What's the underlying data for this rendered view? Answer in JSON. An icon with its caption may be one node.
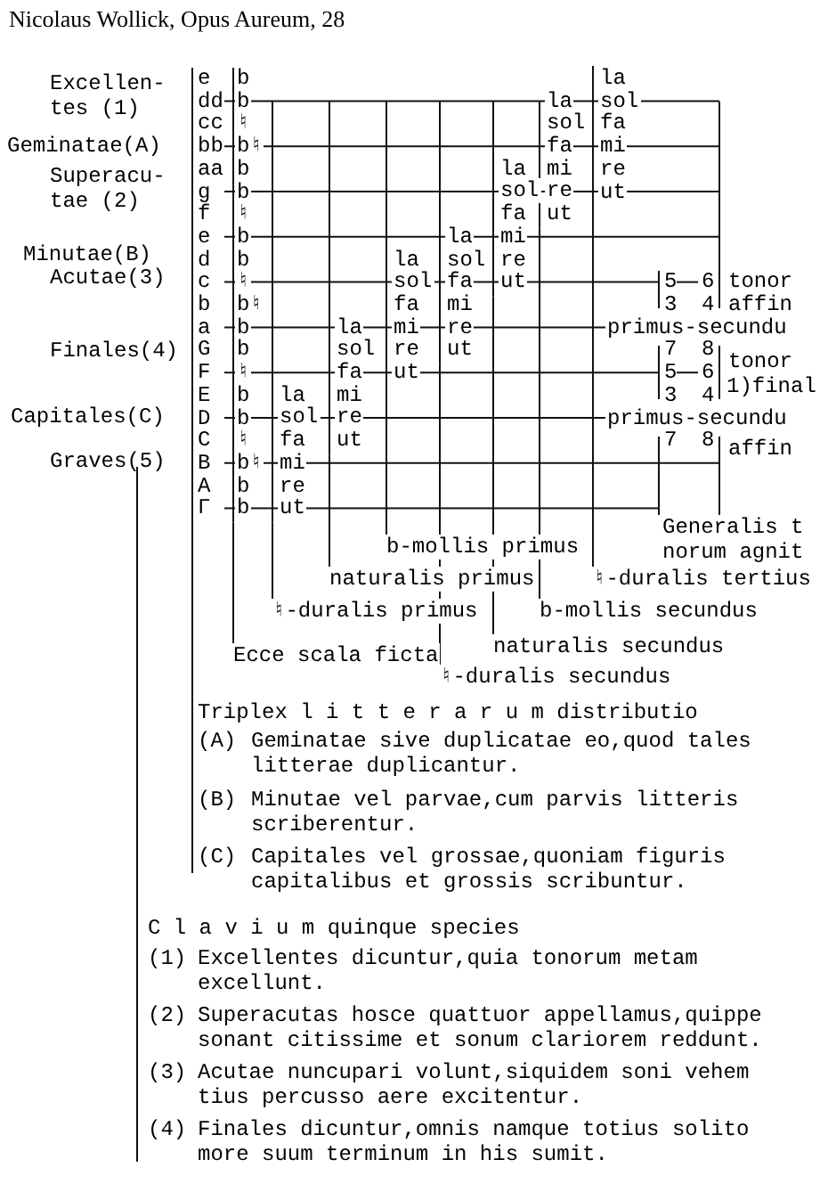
{
  "diagram": {
    "title": "Nicolaus Wollick, Opus Aureum, 28",
    "nodes": [
      {
        "text": [
          "b",
          "b",
          "♮",
          "b♮",
          "b",
          "b",
          "♮",
          "b",
          "b",
          "♮",
          "b♮",
          "b",
          "b",
          "♮",
          "b",
          "b",
          "♮",
          "b♮",
          "b",
          "b"
        ]
      },
      {
        "text": [
          "la",
          "sol",
          "fa",
          "mi",
          "re",
          "ut"
        ]
      },
      {
        "text": [
          "la",
          "sol",
          "fa",
          "mi",
          "re",
          "ut"
        ]
      },
      {
        "text": [
          "la",
          "sol",
          "fa",
          "mi",
          "re",
          "ut"
        ]
      },
      {
        "text": [
          "la",
          "sol",
          "fa",
          "mi",
          "re",
          "ut"
        ]
      },
      {
        "text": [
          "la",
          "sol",
          "fa",
          "mi",
          "re",
          "ut"
        ]
      },
      {
        "text": [
          "la",
          "sol",
          "fa",
          "mi",
          "re",
          "ut"
        ]
      },
      {
        "text": [
          "la",
          "sol",
          "fa",
          "mi",
          "re",
          "ut"
        ]
      },
      {
        "text": [
          "Generalis t norum agnit"
        ]
      },
      {
        "text": [
          "b-mollis primus"
        ]
      },
      {
        "text": [
          "naturalis primus"
        ]
      },
      {
        "text": [
          "♮-duralis tertius"
        ]
      },
      {
        "text": [
          "♮-duralis primus"
        ]
      },
      {
        "text": [
          "b-mollis secundus"
        ]
      },
      {
        "text": [
          "naturalis secundus"
        ]
      },
      {
        "text": [
          "Ecce scala ficta"
        ]
      },
      {
        "text": [
          "♮-duralis secundus"
        ]
      }
    ],
    "edges": [
      {
        "from": 8,
        "to": null,
        "arrow": "none"
      },
      {
        "from": 9,
        "to": 3,
        "arrow": "none"
      },
      {
        "from": 10,
        "to": 2,
        "arrow": "none"
      },
      {
        "from": 11,
        "to": 7,
        "arrow": "none"
      },
      {
        "from": 12,
        "to": 1,
        "arrow": "none"
      },
      {
        "from": 13,
        "to": 6,
        "arrow": "none"
      },
      {
        "from": 14,
        "to": 5,
        "arrow": "none"
      },
      {
        "from": 15,
        "to": 0,
        "arrow": "none"
      },
      {
        "from": 16,
        "to": 4,
        "arrow": "none"
      }
    ],
    "labels": [
      "Excellen- tes (1)",
      "Geminatae(A)",
      "Superacu- tae (2)",
      "Minutae(B)",
      "Acutae(3)",
      "Finales(4)",
      "Capitales(C)",
      "Graves(5)",
      "e",
      "dd",
      "cc",
      "bb",
      "aa",
      "g",
      "f",
      "e",
      "d",
      "c",
      "b",
      "a",
      "G",
      "F",
      "E",
      "D",
      "C",
      "B",
      "A",
      "Γ",
      "5",
      "6",
      "tonor",
      "3",
      "4",
      "affin",
      "primus-secundu",
      "7",
      "8",
      "5",
      "6",
      "tonor",
      "3",
      "4",
      "1)final",
      "primus-secundu",
      "7",
      "8",
      "affin",
      "Triplex l i t t e r a r u m distributio",
      "(A)",
      "Geminatae sive duplicatae eo,quod tales litterae duplicantur.",
      "(B)",
      "Minutae vel parvae,cum parvis litteris scriberentur.",
      "(C)",
      "Capitales vel grossae,quoniam figuris capitalibus et grossis scribuntur.",
      "C l a v i u m quinque species",
      "(1)",
      "Excellentes dicuntur,quia tonorum metam excellunt.",
      "(2)",
      "Superacutas hosce quattuor appellamus,quippe sonant citissime et sonum clariorem reddunt.",
      "(3)",
      "Acutae nuncupari volunt,siquidem soni vehem tius percusso aere excitentur.",
      "(4)",
      "Finales dicuntur,omnis namque totius solito more suum terminum in his sumit."
    ]
  }
}
